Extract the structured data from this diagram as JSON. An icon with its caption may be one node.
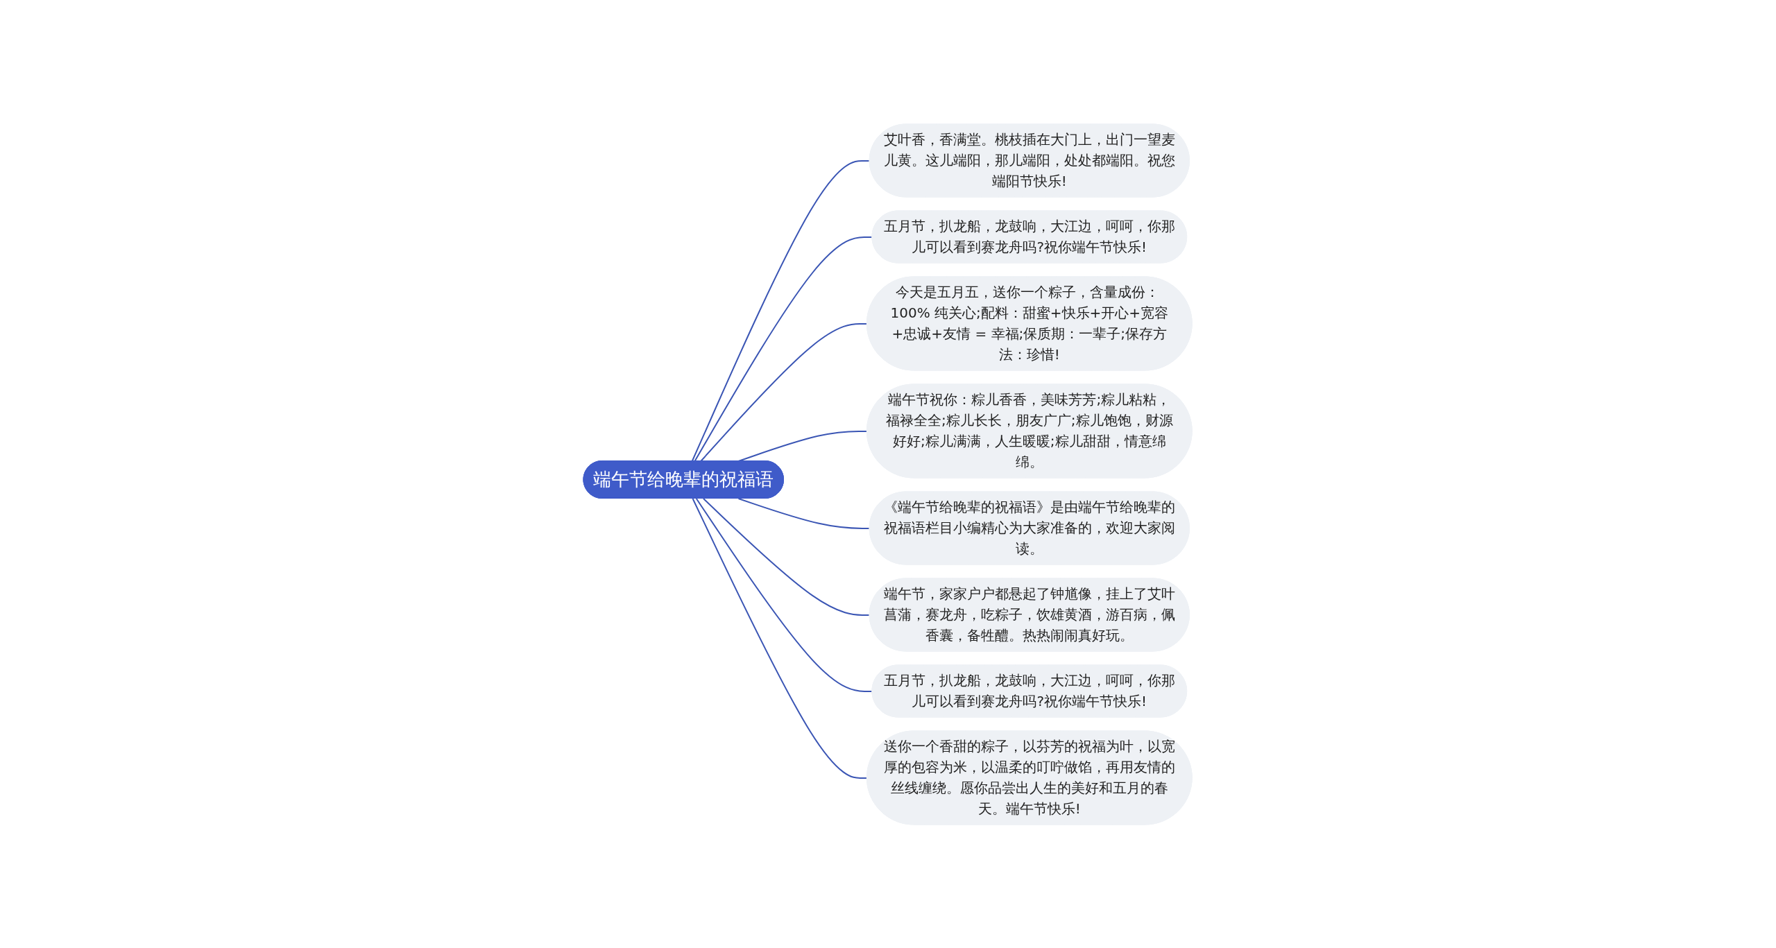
{
  "diagram": {
    "nodes": [
      {
        "text": [
          "端午节给晚辈的祝福语"
        ]
      },
      {
        "text": [
          "艾叶香，香满堂。桃枝插在大门上，出门一望麦儿黄。这儿端阳，那儿端阳，处处都端阳。祝您端阳节快乐!"
        ]
      },
      {
        "text": [
          "五月节，扒龙船，龙鼓响，大江边，呵呵，你那儿可以看到赛龙舟吗?祝你端午节快乐!"
        ]
      },
      {
        "text": [
          "今天是五月五，送你一个粽子，含量成份： 100% 纯关心;配料：甜蜜+快乐+开心+宽容+忠诚+友情 = 幸福;保质期：一辈子;保存方法：珍惜!"
        ]
      },
      {
        "text": [
          "端午节祝你：粽儿香香，美味芳芳;粽儿粘粘，福禄全全;粽儿长长，朋友广广;粽儿饱饱，财源好好;粽儿满满，人生暖暖;粽儿甜甜，情意绵绵。"
        ]
      },
      {
        "text": [
          "《端午节给晚辈的祝福语》是由端午节给晚辈的祝福语栏目小编精心为大家准备的，欢迎大家阅读。"
        ]
      },
      {
        "text": [
          "端午节，家家户户都悬起了钟馗像，挂上了艾叶菖蒲，赛龙舟，吃粽子，饮雄黄酒，游百病，佩香囊，备牲醴。热热闹闹真好玩。"
        ]
      },
      {
        "text": [
          "五月节，扒龙船，龙鼓响，大江边，呵呵，你那儿可以看到赛龙舟吗?祝你端午节快乐!"
        ]
      },
      {
        "text": [
          "送你一个香甜的粽子，以芬芳的祝福为叶，以宽厚的包容为米，以温柔的叮咛做馅，再用友情的丝线缠绕。愿你品尝出人生的美好和五月的春天。端午节快乐!"
        ]
      }
    ],
    "edges": [
      {
        "from": 0,
        "to": 1,
        "arrow": "none"
      },
      {
        "from": 0,
        "to": 2,
        "arrow": "none"
      },
      {
        "from": 0,
        "to": 3,
        "arrow": "none"
      },
      {
        "from": 0,
        "to": 4,
        "arrow": "none"
      },
      {
        "from": 0,
        "to": 5,
        "arrow": "none"
      },
      {
        "from": 0,
        "to": 6,
        "arrow": "none"
      },
      {
        "from": 0,
        "to": 7,
        "arrow": "none"
      },
      {
        "from": 0,
        "to": 8,
        "arrow": "none"
      }
    ]
  }
}
